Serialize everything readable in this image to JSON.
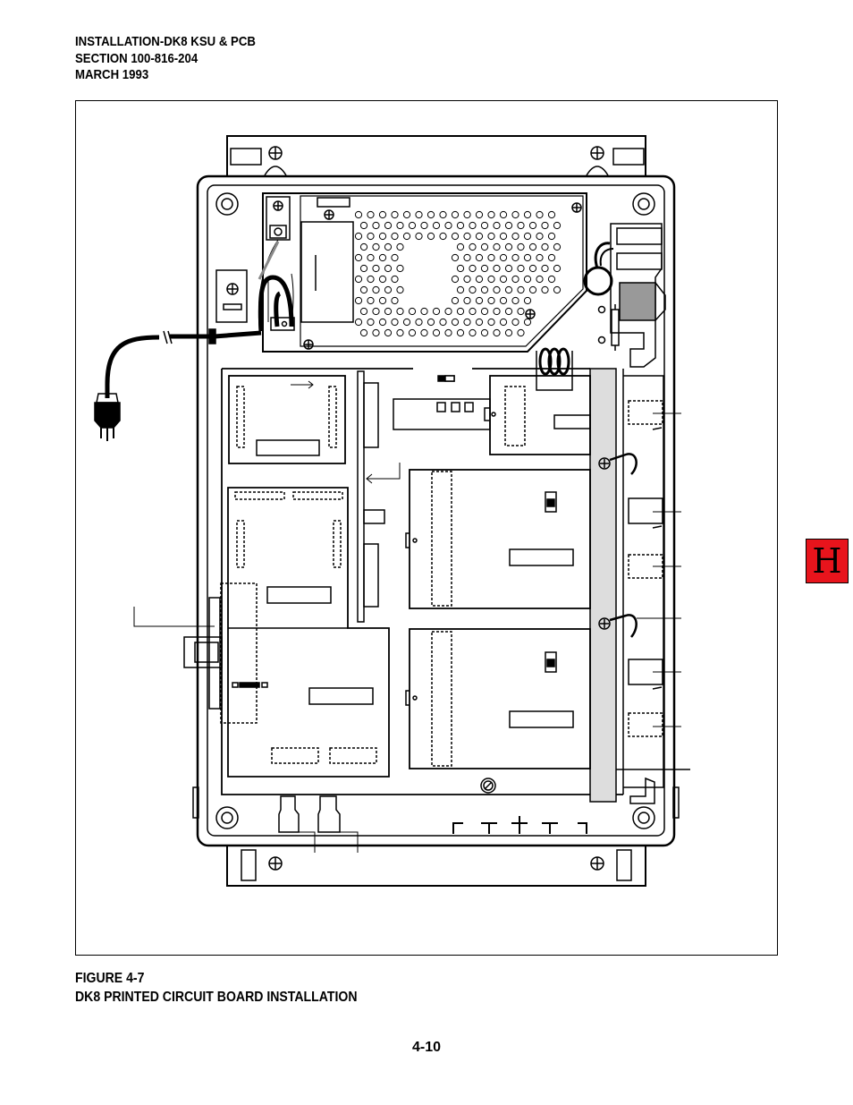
{
  "header": {
    "line1": "INSTALLATION-DK8 KSU & PCB",
    "line2": "SECTION 100-816-204",
    "line3": "MARCH 1993"
  },
  "figure": {
    "number": "FIGURE 4-7",
    "title": "DK8 PRINTED CIRCUIT BOARD INSTALLATION"
  },
  "page_number": "4-10",
  "section_tab": {
    "letter": "H",
    "color": "#e8141c"
  }
}
